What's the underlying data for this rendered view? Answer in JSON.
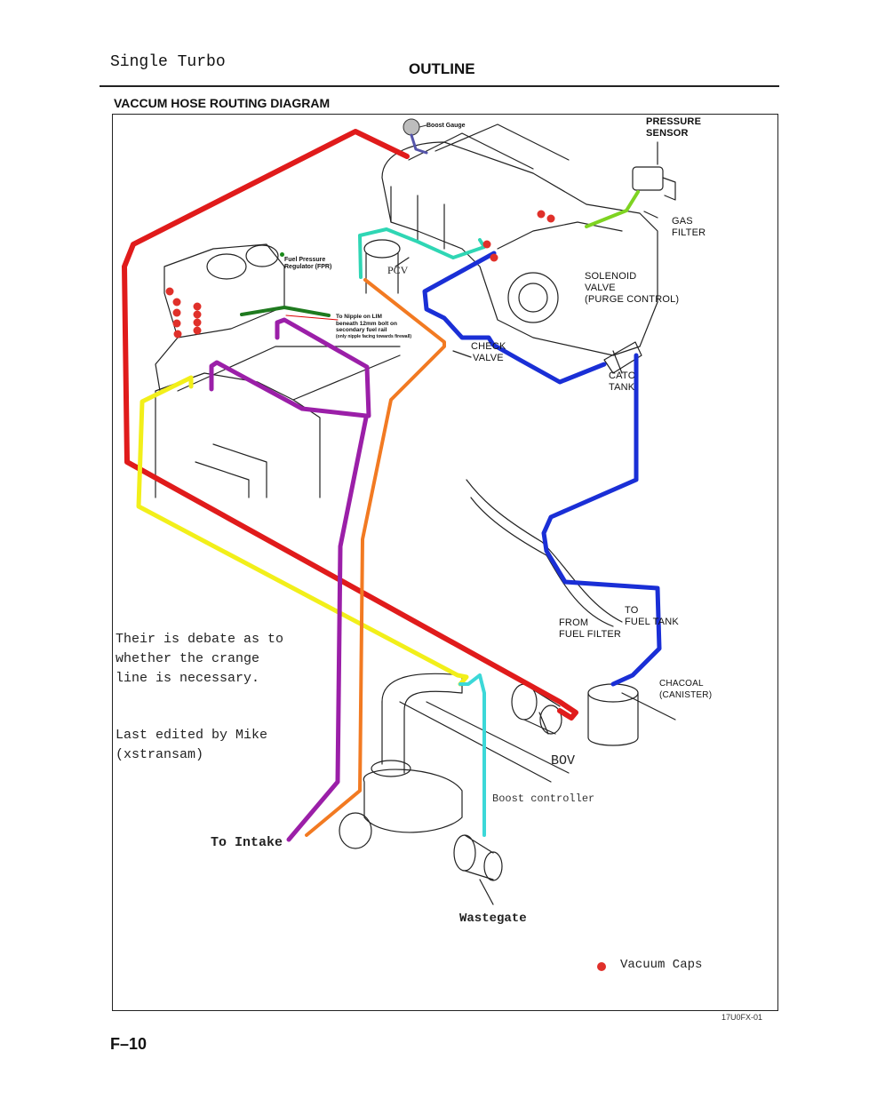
{
  "header": {
    "doc_title": "Single Turbo",
    "section_title": "OUTLINE",
    "diagram_title": "VACCUM HOSE ROUTING DIAGRAM"
  },
  "labels": {
    "boost_gauge": "Boost Gauge",
    "pressure_sensor": [
      "PRESSURE",
      "SENSOR"
    ],
    "gas_filter": [
      "GAS",
      "FILTER"
    ],
    "fpr": [
      "Fuel Pressure",
      "Regulator (FPR)"
    ],
    "pcv": "PCV",
    "nipple_note": [
      "To Nipple on LIM",
      "beneath 12mm bolt on",
      "secondary fuel rail",
      "(only nipple facing towards firewall)"
    ],
    "solenoid_valve": [
      "SOLENOID",
      "VALVE",
      "(PURGE CONTROL)"
    ],
    "check_valve": [
      "CHECK",
      "VALVE"
    ],
    "catch_tank": [
      "CATC",
      "TANK"
    ],
    "to_fuel_tank": [
      "TO",
      "FUEL TANK"
    ],
    "from_fuel_filter": [
      "FROM",
      "FUEL FILTER"
    ],
    "charcoal_canister": [
      "CHACOAL",
      "(CANISTER)"
    ],
    "bov": "BOV",
    "boost_controller": "Boost controller",
    "to_intake": "To Intake",
    "wastegate": "Wastegate"
  },
  "notes": {
    "debate": "Their is debate as to\nwhether the crange\nline is necessary.",
    "edited": "Last edited by Mike\n(xstransam)"
  },
  "legend": {
    "vacuum_caps_label": "Vacuum Caps",
    "vacuum_caps_color": "#e0302a"
  },
  "hose_colors": {
    "red": "#e01b1b",
    "yellow": "#f2ef1a",
    "purple": "#9b1fa8",
    "orange": "#f27a22",
    "blue": "#1a2fd6",
    "teal": "#2fd6b4",
    "cyan": "#3cd8d8",
    "green": "#1f7a1f",
    "lime": "#7ed321"
  },
  "footer": {
    "page_number": "F–10",
    "figure_code": "17U0FX-01"
  }
}
